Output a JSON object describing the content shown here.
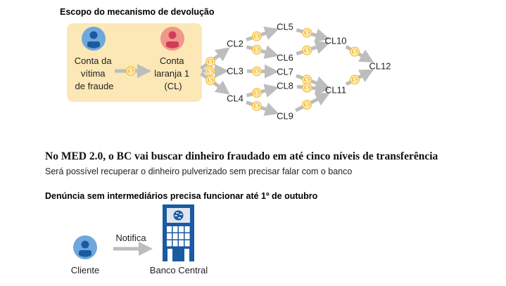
{
  "scope": {
    "title": "Escopo do mecanismo de devolução",
    "victim_label": [
      "Conta da",
      "vítima",
      "de fraude"
    ],
    "mule_label": [
      "Conta",
      "laranja 1",
      "(CL)"
    ],
    "coin_symbol": "$",
    "nodes": [
      "CL2",
      "CL3",
      "CL4",
      "CL5",
      "CL6",
      "CL7",
      "CL8",
      "CL9",
      "CL10",
      "CL11",
      "CL12"
    ],
    "edges": [
      [
        "CL1",
        "CL2"
      ],
      [
        "CL1",
        "CL3"
      ],
      [
        "CL1",
        "CL4"
      ],
      [
        "CL2",
        "CL5"
      ],
      [
        "CL2",
        "CL6"
      ],
      [
        "CL3",
        "CL7"
      ],
      [
        "CL4",
        "CL8"
      ],
      [
        "CL4",
        "CL9"
      ],
      [
        "CL5",
        "CL10"
      ],
      [
        "CL6",
        "CL10"
      ],
      [
        "CL7",
        "CL11"
      ],
      [
        "CL8",
        "CL11"
      ],
      [
        "CL9",
        "CL11"
      ],
      [
        "CL10",
        "CL12"
      ],
      [
        "CL11",
        "CL12"
      ]
    ]
  },
  "headline": "No MED 2.0, o BC vai buscar dinheiro fraudado em até cinco níveis de transferência",
  "subtitle": "Será possível recuperar o dinheiro pulverizado sem precisar falar com o banco",
  "report": {
    "title": "Denúncia sem intermediários precisa funcionar até 1º de outubro",
    "client_label": "Cliente",
    "arrow_label": "Notifica",
    "bank_label": "Banco Central"
  },
  "colors": {
    "box": "#fbe8b6",
    "coin": "#f5c242",
    "arrow": "#bdbdbd",
    "blue_light": "#6fa7dc",
    "blue_dark": "#1a5aa0",
    "red_light": "#f1968a",
    "red_dark": "#cf3d5a"
  }
}
